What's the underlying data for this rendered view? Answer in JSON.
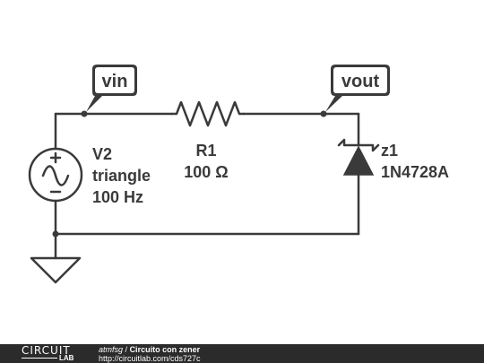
{
  "nodes": {
    "vin": "vin",
    "vout": "vout"
  },
  "components": {
    "v2": {
      "ref": "V2",
      "type": "triangle",
      "freq": "100 Hz",
      "plus": "+",
      "minus": "−"
    },
    "r1": {
      "ref": "R1",
      "value": "100 Ω"
    },
    "z1": {
      "ref": "z1",
      "part": "1N4728A"
    }
  },
  "colors": {
    "wire": "#3a3a3a",
    "footer_bg": "#2b2b2b",
    "text": "#3a3a3a"
  },
  "footer": {
    "logo_top": "CIRCUIT",
    "logo_bottom": "LAB",
    "author": "atmfsg",
    "separator": "/",
    "title": "Circuito con zener",
    "url": "http://circuitlab.com/cds727c"
  }
}
